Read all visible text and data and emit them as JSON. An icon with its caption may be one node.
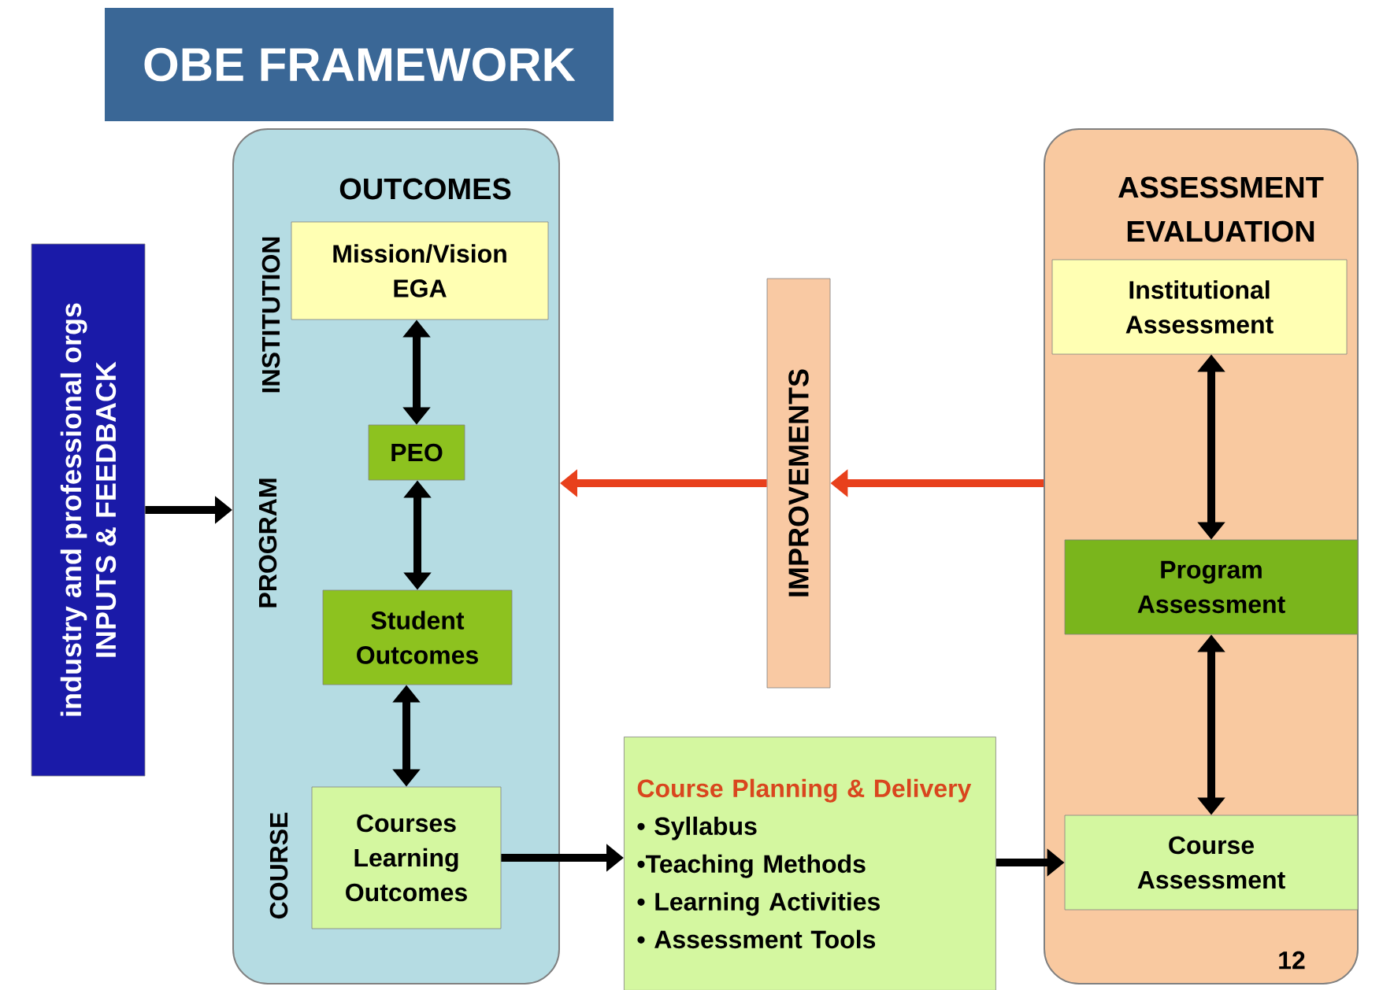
{
  "diagram": {
    "title": "OBE FRAMEWORK",
    "nodes": [
      {
        "text": [
          "industry and professional orgs",
          "INPUTS & FEEDBACK"
        ]
      },
      {
        "text": [
          "OUTCOMES"
        ]
      },
      {
        "text": [
          "Mission/Vision EGA"
        ],
        "in": 1
      },
      {
        "text": [
          "PEO"
        ],
        "in": 1
      },
      {
        "text": [
          "Student Outcomes"
        ],
        "in": 1
      },
      {
        "text": [
          "Courses Learning Outcomes"
        ],
        "in": 1
      },
      {
        "text": [
          "IMPROVEMENTS"
        ]
      },
      {
        "text": [
          "ASSESSMENT EVALUATION"
        ]
      },
      {
        "text": [
          "Institutional Assessment"
        ],
        "in": 7
      },
      {
        "text": [
          "Program Assessment"
        ],
        "in": 7
      },
      {
        "text": [
          "Course Assessment"
        ],
        "in": 7
      },
      {
        "text": [
          "Course Planning & Delivery",
          "• Syllabus",
          "•Teaching Methods",
          "• Learning Activities",
          "• Assessment Tools"
        ]
      }
    ],
    "edges": [
      {
        "from": 0,
        "to": 1,
        "arrow": "to"
      },
      {
        "from": 2,
        "to": 3,
        "arrow": "both"
      },
      {
        "from": 3,
        "to": 4,
        "arrow": "both"
      },
      {
        "from": 4,
        "to": 5,
        "arrow": "both"
      },
      {
        "from": 7,
        "to": 6,
        "arrow": "to",
        "color": "#e8401c"
      },
      {
        "from": 6,
        "to": 1,
        "arrow": "to",
        "color": "#e8401c"
      },
      {
        "from": 5,
        "to": 11,
        "arrow": "to"
      },
      {
        "from": 11,
        "to": 10,
        "arrow": "to"
      },
      {
        "from": 8,
        "to": 9,
        "arrow": "both"
      },
      {
        "from": 9,
        "to": 10,
        "arrow": "both"
      }
    ],
    "labels": [
      "INSTITUTION",
      "PROGRAM",
      "COURSE",
      "12"
    ]
  }
}
